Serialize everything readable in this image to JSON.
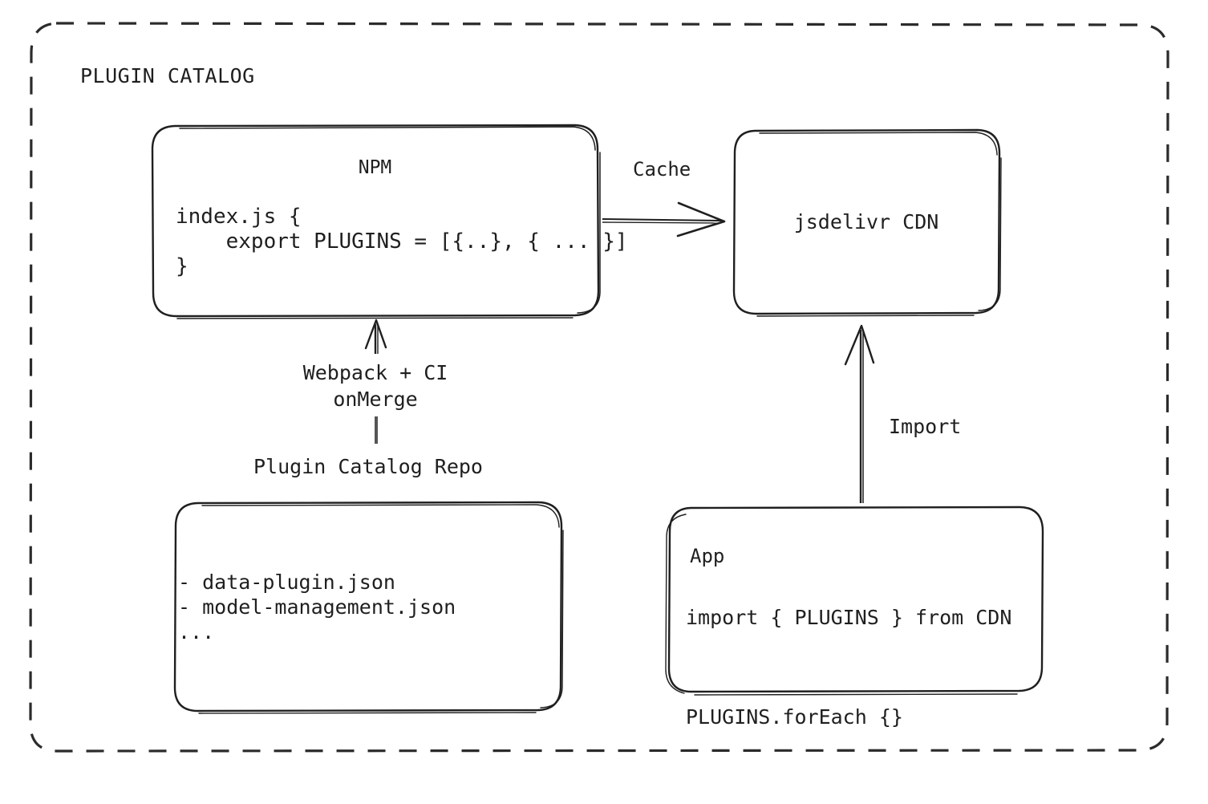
{
  "container": {
    "title": "PLUGIN CATALOG",
    "border_style": "dashed",
    "stroke_color": "#2b2b2b",
    "background": "#ffffff"
  },
  "boxes": [
    {
      "id": "npm",
      "title": "NPM",
      "title_align": "center",
      "code": "index.js {\n    export PLUGINS = [{..}, { ... }]\n}",
      "code_lines": [
        "index.js {",
        "    export PLUGINS = [{..}, { ... }]",
        "}"
      ]
    },
    {
      "id": "cdn",
      "title": "jsdelivr CDN",
      "title_align": "center"
    },
    {
      "id": "repo",
      "caption": "Plugin Catalog Repo",
      "items": "- data-plugin.json\n- model-management.json\n...",
      "item_lines": [
        "- data-plugin.json",
        "- model-management.json",
        "..."
      ]
    },
    {
      "id": "app",
      "title": "App",
      "title_align": "left",
      "code": "import { PLUGINS } from CDN\n\nPLUGINS.forEach {}",
      "code_lines": [
        "import { PLUGINS } from CDN",
        "PLUGINS.forEach {}"
      ]
    }
  ],
  "arrows": [
    {
      "id": "cache",
      "label": "Cache",
      "from": "npm",
      "to": "cdn",
      "direction": "right"
    },
    {
      "id": "build",
      "label": "Webpack + CI\nonMerge",
      "label_line1": "Webpack + CI",
      "label_line2": "onMerge",
      "from": "repo",
      "to": "npm",
      "direction": "up"
    },
    {
      "id": "import",
      "label": "Import",
      "from": "app",
      "to": "cdn",
      "direction": "up"
    }
  ]
}
